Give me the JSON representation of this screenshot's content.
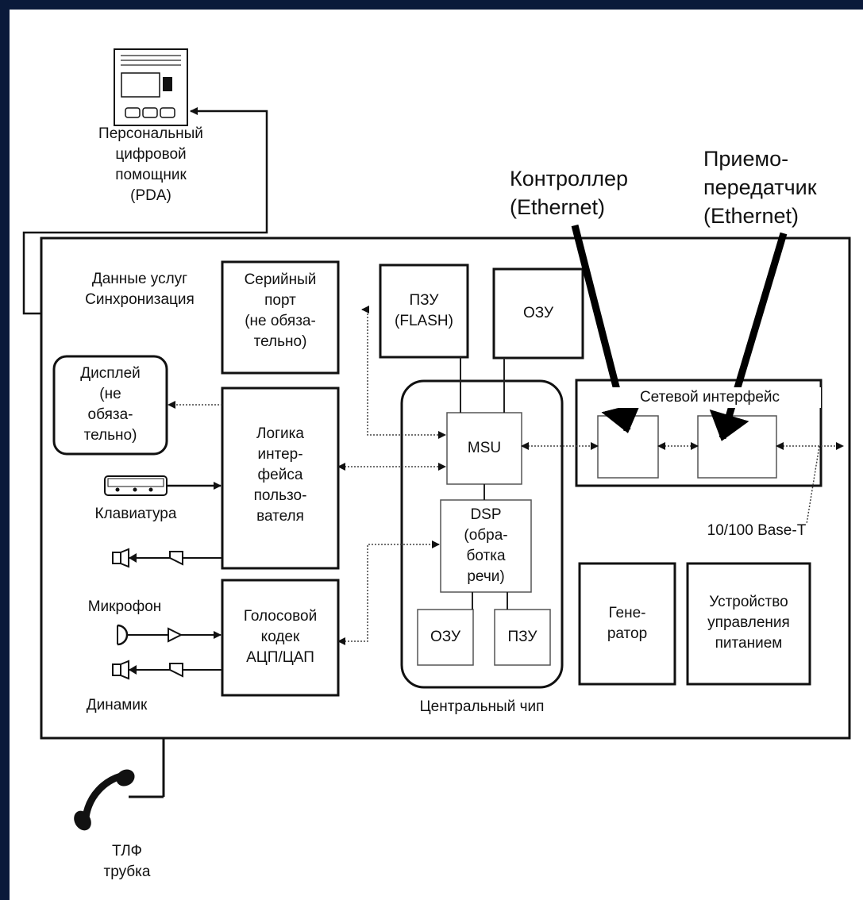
{
  "pda": {
    "label": "Персональный\nцифровой\nпомощник\n(PDA)"
  },
  "sync": {
    "label": "Данные услуг\nСинхронизация"
  },
  "serial": {
    "label": "Серийный\nпорт\n(не обяза-\nтельно)"
  },
  "rom_flash": {
    "label": "ПЗУ\n(FLASH)"
  },
  "ram_top": {
    "label": "ОЗУ"
  },
  "controller": {
    "label": "Контроллер\n(Ethernet)"
  },
  "transceiver": {
    "label": "Приемо-\nпередатчик\n(Ethernet)"
  },
  "netif": {
    "label": "Сетевой интерфейс"
  },
  "display": {
    "label": "Дисплей\n(не\nобяза-\nтельно)"
  },
  "ui_logic": {
    "label": "Логика\nинтер-\nфейса\nпользо-\nвателя"
  },
  "keyboard": {
    "label": "Клавиатура"
  },
  "msu": {
    "label": "MSU"
  },
  "dsp": {
    "label": "DSP\n(обра-\nботка\nречи)"
  },
  "base_t": {
    "label": "10/100 Base-T"
  },
  "mic": {
    "label": "Микрофон"
  },
  "codec": {
    "label": "Голосовой\nкодек\nАЦП/ЦАП"
  },
  "ram_chip": {
    "label": "ОЗУ"
  },
  "rom_chip": {
    "label": "ПЗУ"
  },
  "generator": {
    "label": "Гене-\nратор"
  },
  "power": {
    "label": "Устройство\nуправления\nпитанием"
  },
  "speaker": {
    "label": "Динамик"
  },
  "central_chip": {
    "label": "Центральный чип"
  },
  "handset": {
    "label": "ТЛФ\nтрубка"
  }
}
